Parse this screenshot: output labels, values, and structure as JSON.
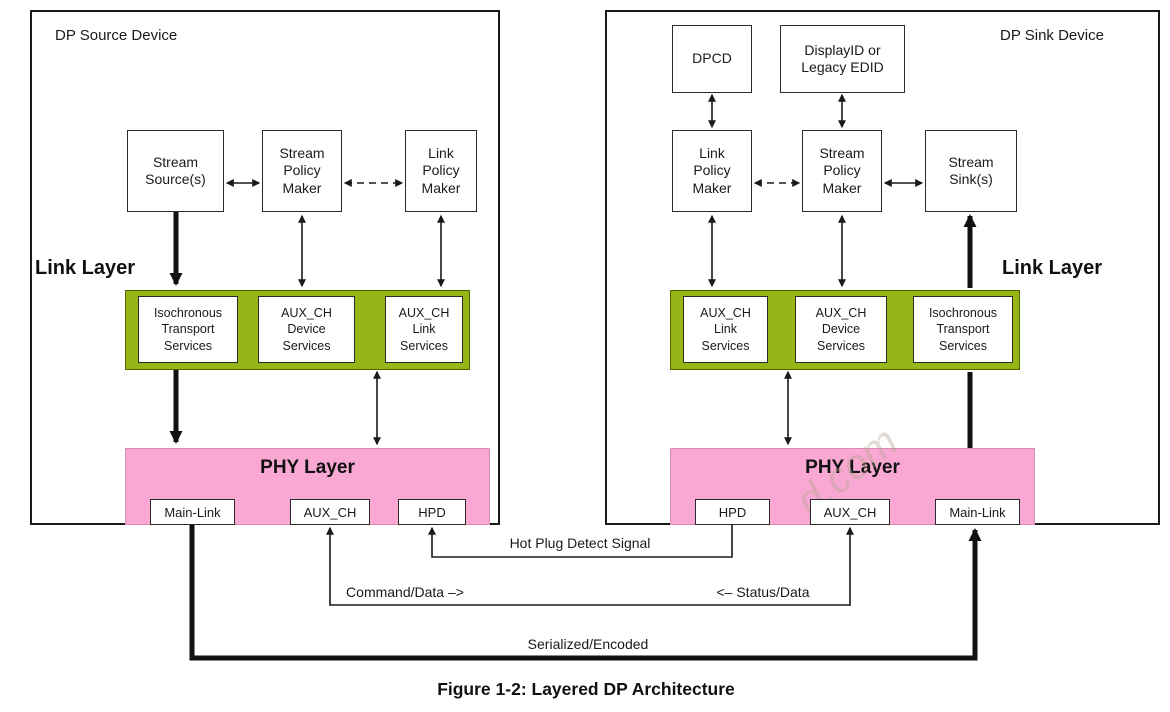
{
  "source": {
    "title": "DP Source Device",
    "link_layer": "Link Layer",
    "stream_source": "Stream\nSource(s)",
    "stream_policy_maker": "Stream\nPolicy\nMaker",
    "link_policy_maker": "Link\nPolicy\nMaker",
    "isochronous": "Isochronous\nTransport\nServices",
    "aux_device": "AUX_CH\nDevice\nServices",
    "aux_link": "AUX_CH\nLink\nServices",
    "phy": "PHY Layer",
    "main_link": "Main-Link",
    "aux_ch": "AUX_CH",
    "hpd": "HPD"
  },
  "sink": {
    "title": "DP Sink Device",
    "link_layer": "Link Layer",
    "dpcd": "DPCD",
    "displayid": "DisplayID or\nLegacy EDID",
    "link_policy_maker": "Link\nPolicy\nMaker",
    "stream_policy_maker": "Stream\nPolicy\nMaker",
    "stream_sink": "Stream\nSink(s)",
    "aux_link": "AUX_CH\nLink\nServices",
    "aux_device": "AUX_CH\nDevice\nServices",
    "isochronous": "Isochronous\nTransport\nServices",
    "phy": "PHY Layer",
    "hpd": "HPD",
    "aux_ch": "AUX_CH",
    "main_link": "Main-Link"
  },
  "connections": {
    "hot_plug": "Hot Plug Detect Signal",
    "command_data": "Command/Data –>",
    "status_data": "<– Status/Data",
    "serialized": "Serialized/Encoded"
  },
  "caption": "Figure 1-2: Layered DP Architecture",
  "watermark": "d.com",
  "colors": {
    "green": "#95b616",
    "pink": "#f9a8d3"
  }
}
